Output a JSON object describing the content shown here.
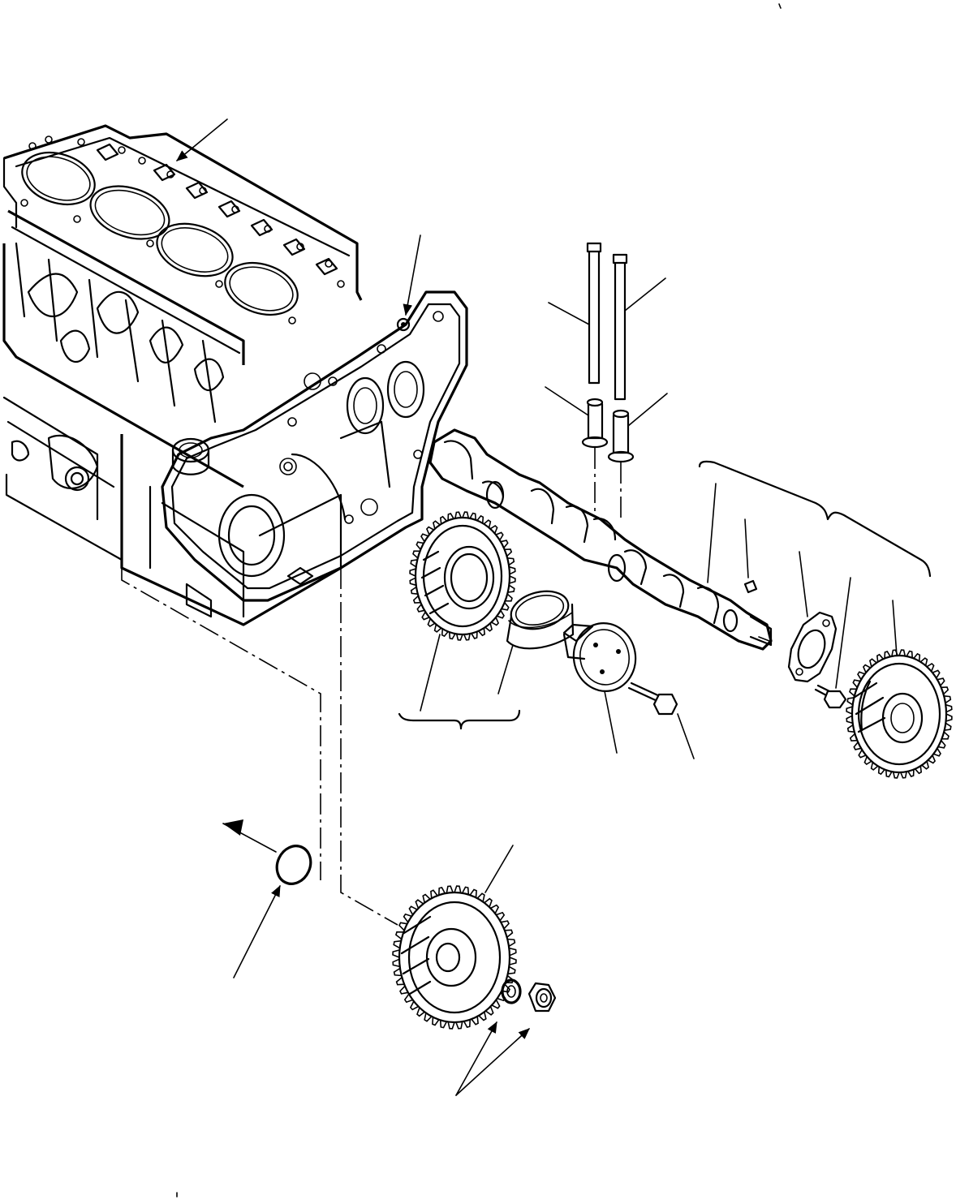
{
  "diagram": {
    "parts": [
      {
        "name": "cylinder-block"
      },
      {
        "name": "front-plate"
      },
      {
        "name": "push-rods"
      },
      {
        "name": "tappets"
      },
      {
        "name": "camshaft"
      },
      {
        "name": "camshaft-key"
      },
      {
        "name": "thrust-plate"
      },
      {
        "name": "thrust-plate-bolt"
      },
      {
        "name": "camshaft-gear"
      },
      {
        "name": "idler-gear"
      },
      {
        "name": "idler-bushing"
      },
      {
        "name": "idler-shaft"
      },
      {
        "name": "idler-shaft-bolt"
      },
      {
        "name": "o-ring"
      },
      {
        "name": "injection-pump-gear"
      },
      {
        "name": "lock-washer"
      },
      {
        "name": "nut"
      }
    ]
  }
}
